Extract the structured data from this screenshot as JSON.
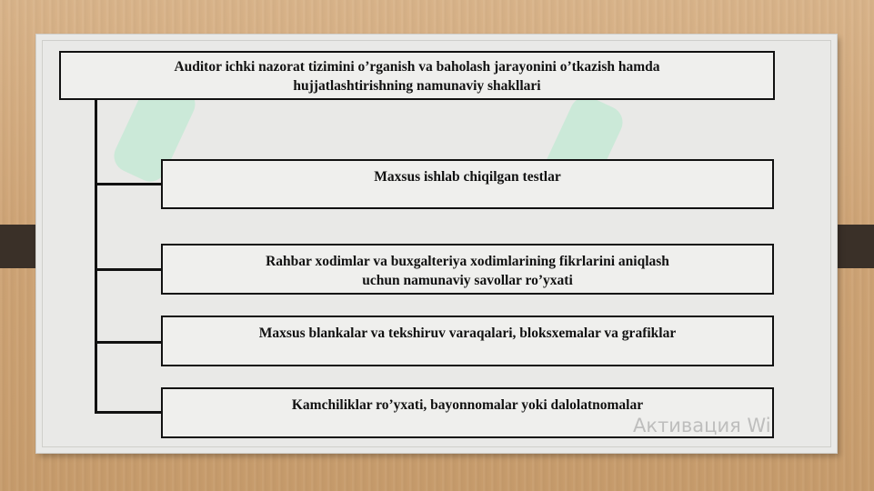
{
  "diagram": {
    "root": "Auditor ichki nazorat tizimini o’rganish va baholash jarayonini o’tkazish hamda hujjatlashtirishning namunaviy shakllari",
    "root_lines": [
      "Auditor ichki nazorat tizimini o’rganish va baholash jarayonini o’tkazish hamda",
      "hujjatlashtirishning namunaviy shakllari"
    ],
    "items": [
      {
        "lines": [
          "Maxsus ishlab chiqilgan testlar"
        ]
      },
      {
        "lines": [
          "Rahbar xodimlar va buxgalteriya xodimlarining fikrlarini aniqlash",
          "uchun namunaviy savollar ro’yxati"
        ]
      },
      {
        "lines": [
          "Maxsus blankalar va tekshiruv varaqalari, bloksxemalar va grafiklar"
        ]
      },
      {
        "lines": [
          "Kamchiliklar ro’yxati, bayonnomalar yoki dalolatnomalar"
        ]
      }
    ]
  },
  "watermark": "Активация Wi",
  "colors": {
    "background": "#cfa577",
    "card": "#e9e9e7",
    "box_border": "#111111",
    "side_tab": "#3a3028",
    "deco_green": "#96ebbe"
  }
}
